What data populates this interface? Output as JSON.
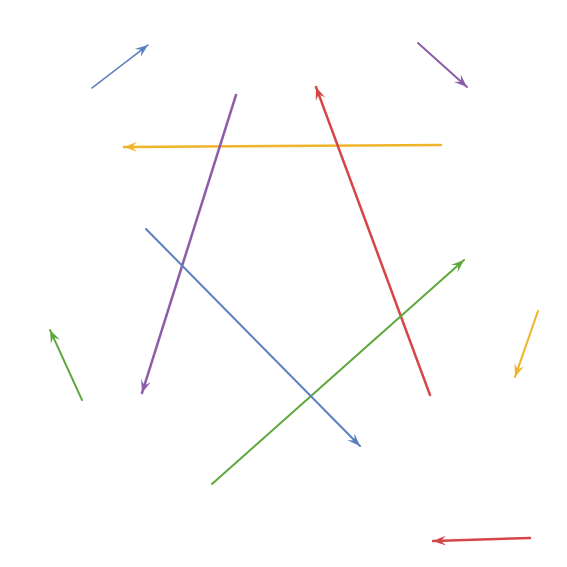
{
  "arrows": [
    {
      "name": "long-yellow-arrow",
      "color": "#f0b429"
    },
    {
      "name": "long-purple-arrow",
      "color": "#8e5ba8"
    },
    {
      "name": "long-red-arrow",
      "color": "#d64545"
    },
    {
      "name": "green-diagonal-arrow",
      "color": "#5ca83a"
    },
    {
      "name": "blue-diagonal-arrow",
      "color": "#5a7fbf"
    },
    {
      "name": "short-blue-arrow",
      "color": "#5a7fbf"
    },
    {
      "name": "short-purple-arrow",
      "color": "#8e5ba8"
    },
    {
      "name": "short-green-arrow",
      "color": "#5ca83a"
    },
    {
      "name": "short-yellow-arrow",
      "color": "#f0b429"
    },
    {
      "name": "short-red-arrow",
      "color": "#d64545"
    }
  ]
}
